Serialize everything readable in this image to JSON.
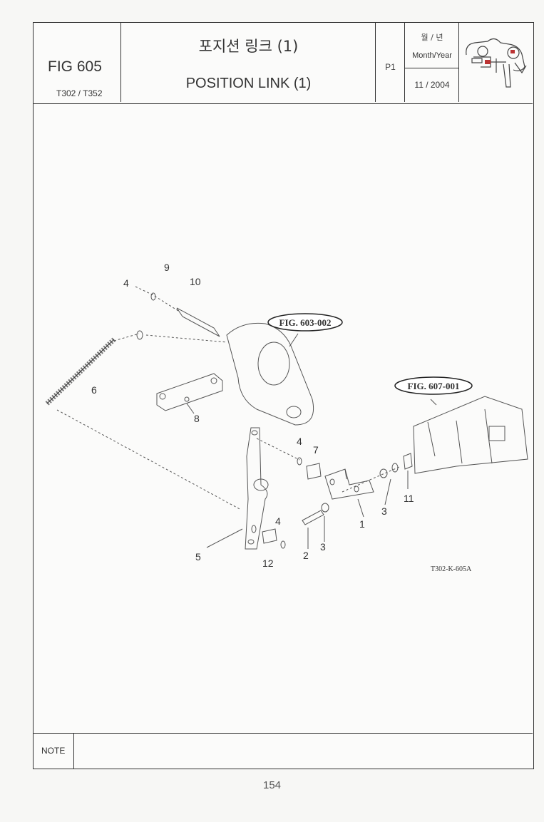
{
  "header": {
    "fig_code": "FIG 605",
    "model": "T302 / T352",
    "title_ko": "포지션 링크 (1)",
    "title_en": "POSITION LINK (1)",
    "page": "P1",
    "date_label_ko": "월 / 년",
    "date_label": "Month/Year",
    "date_value": "11 / 2004",
    "logo_icon": "machine-thumbnail-icon"
  },
  "diagram": {
    "callouts": [
      "FIG. 603-002",
      "FIG. 607-001"
    ],
    "part_labels": {
      "p9": "9",
      "p4a": "4",
      "p10": "10",
      "p6": "6",
      "p8": "8",
      "p4b": "4",
      "p7": "7",
      "p11": "11",
      "p3a": "3",
      "p1": "1",
      "p4c": "4",
      "p5": "5",
      "p12": "12",
      "p2": "2",
      "p3b": "3"
    },
    "drawing_code": "T302-K-605A"
  },
  "note": {
    "label": "NOTE",
    "text": ""
  },
  "footer": {
    "page_number": "154"
  }
}
